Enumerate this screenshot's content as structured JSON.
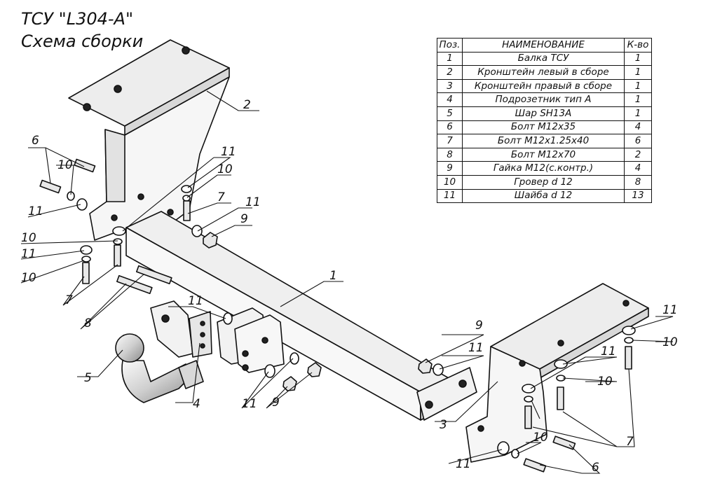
{
  "title": {
    "line1": "ТСУ \"L304-A\"",
    "line2": "Схема сборки"
  },
  "parts_table": {
    "headers": [
      "Поз.",
      "НАИМЕНОВАНИЕ",
      "К-во"
    ],
    "rows": [
      [
        "1",
        "Балка ТСУ",
        "1"
      ],
      [
        "2",
        "Кронштейн левый в сборе",
        "1"
      ],
      [
        "3",
        "Кронштейн правый в сборе",
        "1"
      ],
      [
        "4",
        "Подрозетник тип А",
        "1"
      ],
      [
        "5",
        "Шар SH13A",
        "1"
      ],
      [
        "6",
        "Болт М12х35",
        "4"
      ],
      [
        "7",
        "Болт М12х1.25х40",
        "6"
      ],
      [
        "8",
        "Болт М12х70",
        "2"
      ],
      [
        "9",
        "Гайка М12(с.контр.)",
        "4"
      ],
      [
        "10",
        "Гровер d 12",
        "8"
      ],
      [
        "11",
        "Шайба d 12",
        "13"
      ]
    ]
  },
  "callouts": [
    "1",
    "2",
    "3",
    "4",
    "5",
    "6",
    "6",
    "7",
    "7",
    "7",
    "8",
    "9",
    "9",
    "9",
    "10",
    "10",
    "10",
    "10",
    "10",
    "10",
    "10",
    "11",
    "11",
    "11",
    "11",
    "11",
    "11",
    "11",
    "11",
    "11",
    "11"
  ]
}
